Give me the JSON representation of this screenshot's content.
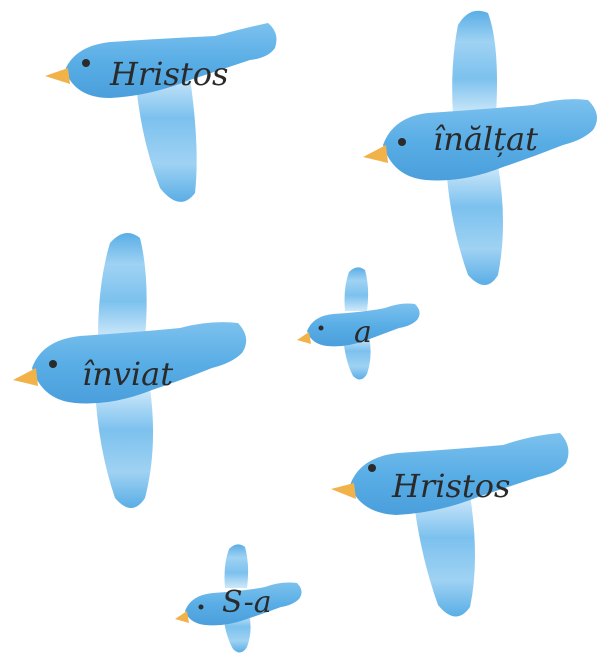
{
  "words": {
    "bird1": "Hristos",
    "bird2": "înălțat",
    "bird3": "înviat",
    "bird4": "a",
    "bird5": "Hristos",
    "bird6": "S-a"
  },
  "colors": {
    "bird_body": "#5aaee6",
    "bird_light": "#bfe2f7",
    "bird_mid": "#8ccaf0",
    "beak": "#f2b24a",
    "eye": "#2b2b2b"
  }
}
